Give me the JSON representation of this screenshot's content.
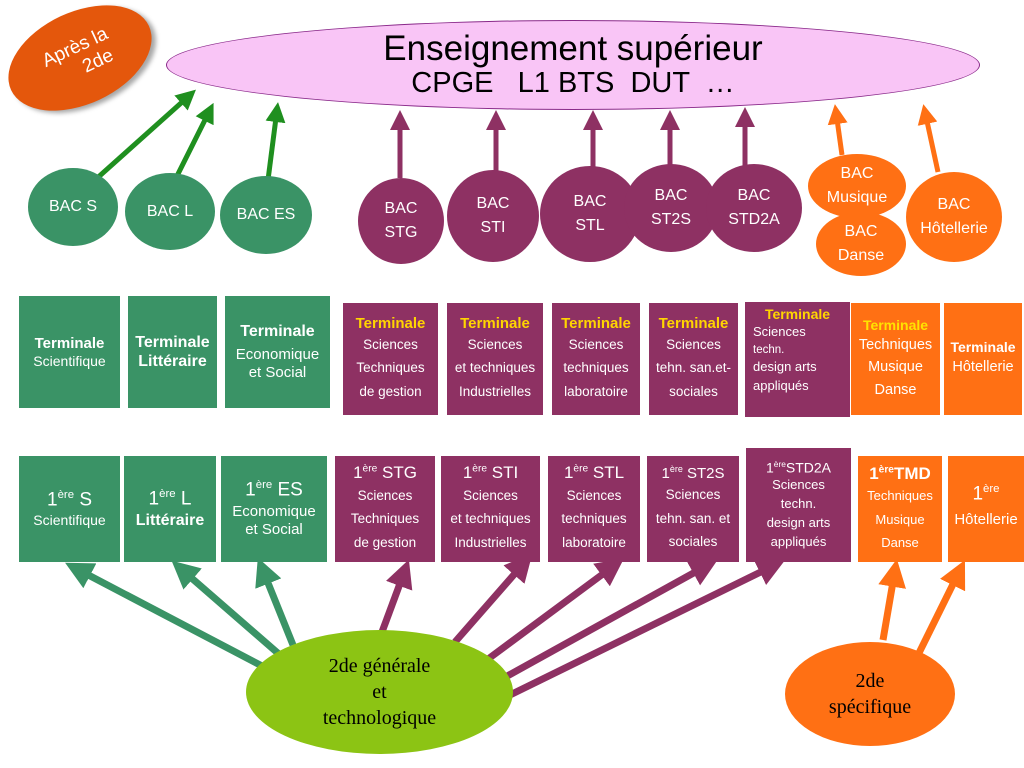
{
  "top": {
    "title": "Enseignement supérieur",
    "subtitle": "CPGE   L1 BTS  DUT  …"
  },
  "badge": {
    "line1": "Après la",
    "line2": "2de"
  },
  "colors": {
    "green": "#3a9366",
    "purple": "#8e3163",
    "orange": "#ff7014",
    "lime": "#8cc414",
    "pink": "#f9c5f6",
    "badge": "#e4570c"
  },
  "bacs": {
    "s": "BAC S",
    "l": "BAC L",
    "es": "BAC ES",
    "stg": [
      "BAC",
      "STG"
    ],
    "sti": [
      "BAC",
      "STI"
    ],
    "stl": [
      "BAC",
      "STL"
    ],
    "st2s": [
      "BAC",
      "ST2S"
    ],
    "std2a": [
      "BAC",
      "STD2A"
    ],
    "musique": [
      "BAC",
      "Musique"
    ],
    "danse": [
      "BAC",
      "Danse"
    ],
    "hotellerie": [
      "BAC",
      "Hôtellerie"
    ]
  },
  "terminales": {
    "s": [
      "Terminale",
      "Scientifique"
    ],
    "l": [
      "Terminale",
      "Littéraire"
    ],
    "es": [
      "Terminale",
      "Economique",
      "et Social"
    ],
    "stg": [
      "Terminale",
      "Sciences",
      "Techniques",
      "de gestion"
    ],
    "sti": [
      "Terminale",
      "Sciences",
      "et techniques",
      "Industrielles"
    ],
    "stl": [
      "Terminale",
      "Sciences",
      "techniques",
      "laboratoire"
    ],
    "st2s": [
      "Terminale",
      "Sciences",
      "tehn. san.et-",
      "sociales"
    ],
    "std2a": [
      "Terminale",
      "Sciences",
      "techn.",
      "design  arts",
      "appliqués"
    ],
    "tmd": [
      "Terminale",
      "Techniques",
      "Musique",
      "Danse"
    ],
    "hotellerie": [
      "Terminale",
      "Hôtellerie"
    ]
  },
  "premieres": {
    "s": {
      "num": "1",
      "sup": "ère",
      "name": " S",
      "lines": [
        "Scientifique"
      ]
    },
    "l": {
      "num": "1",
      "sup": "ère",
      "name": " L",
      "lines": [
        "Littéraire"
      ]
    },
    "es": {
      "num": "1",
      "sup": "ère",
      "name": " ES",
      "lines": [
        "Economique",
        "et Social"
      ]
    },
    "stg": {
      "num": "1",
      "sup": "ère",
      "name": " STG",
      "lines": [
        "Sciences",
        "Techniques",
        "de gestion"
      ]
    },
    "sti": {
      "num": "1",
      "sup": "ère",
      "name": " STI",
      "lines": [
        "Sciences",
        "et techniques",
        "Industrielles"
      ]
    },
    "stl": {
      "num": "1",
      "sup": "ère",
      "name": " STL",
      "lines": [
        "Sciences",
        "techniques",
        "laboratoire"
      ]
    },
    "st2s": {
      "num": "1",
      "sup": "ère",
      "name": " ST2S",
      "lines": [
        "Sciences",
        "tehn. san. et",
        "sociales"
      ]
    },
    "std2a": {
      "num": "1",
      "sup": "ère",
      "name": "STD2A",
      "lines": [
        "Sciences",
        "techn.",
        "design arts",
        "appliqués"
      ]
    },
    "tmd": {
      "num": "1",
      "sup": "ère",
      "name": "TMD",
      "lines": [
        "Techniques",
        "Musique",
        "Danse"
      ]
    },
    "hotellerie": {
      "num": "1",
      "sup": "ère",
      "name": "",
      "lines": [
        "Hôtellerie"
      ]
    }
  },
  "seconde_gt": [
    "2de générale",
    "et",
    "technologique"
  ],
  "seconde_spec": [
    "2de",
    "spécifique"
  ]
}
